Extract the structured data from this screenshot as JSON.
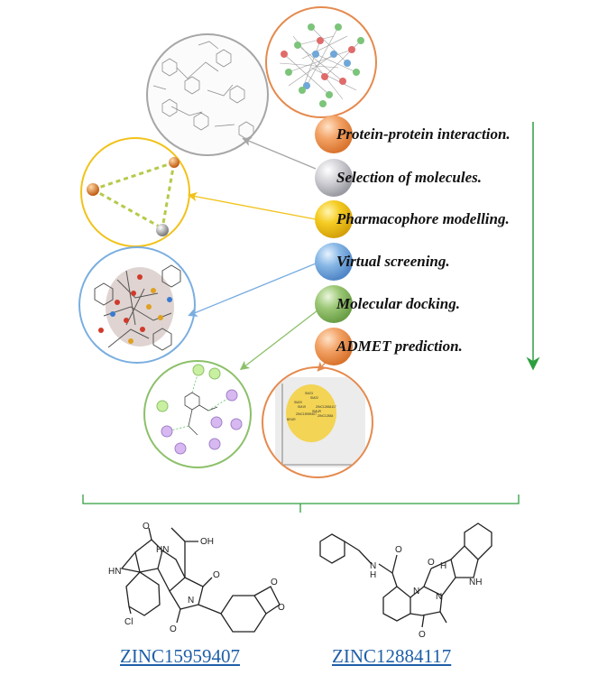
{
  "steps": [
    {
      "label": "Protein-protein interaction.",
      "color": "#f0a060"
    },
    {
      "label": "Selection of molecules.",
      "color": "#c8c8cc"
    },
    {
      "label": "Pharmacophore modelling.",
      "color": "#f2c21a"
    },
    {
      "label": "Virtual screening.",
      "color": "#7aaee0"
    },
    {
      "label": "Molecular docking.",
      "color": "#94c06a"
    },
    {
      "label": "ADMET prediction.",
      "color": "#f0a060"
    }
  ],
  "colors": {
    "orange": "#e58a4e",
    "gray": "#a6a6a6",
    "yellow": "#f2c21a",
    "blue": "#7aaee0",
    "green": "#8cc06a",
    "flow_arrow": "#2e9e3e",
    "link": "#1f5fa8"
  },
  "admet_plot_labels": [
    "SM23",
    "SM22",
    "SM20",
    "SM19",
    "ZINC12884117",
    "ZINC15959407",
    "SMUR",
    "ZINC12884",
    "BRUR"
  ],
  "compounds": [
    {
      "id": "ZINC15959407",
      "atom_labels": [
        "O",
        "HN",
        "HN",
        "OH",
        "O",
        "N",
        "O",
        "O",
        "O",
        "Cl"
      ]
    },
    {
      "id": "ZINC12884117",
      "atom_labels": [
        "N",
        "H",
        "O",
        "N",
        "N",
        "O",
        "O",
        "NH",
        "H"
      ]
    }
  ]
}
